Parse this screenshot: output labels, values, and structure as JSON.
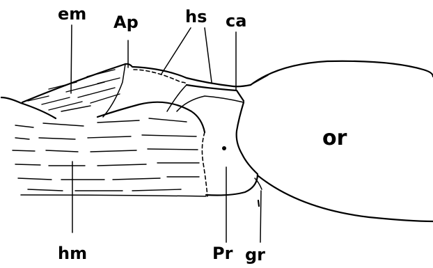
{
  "labels": {
    "em": "em",
    "ap": "Ap",
    "hs": "hs",
    "ca": "ca",
    "or": "or",
    "hm": "hm",
    "pr": "Pr",
    "gr": "gr"
  }
}
